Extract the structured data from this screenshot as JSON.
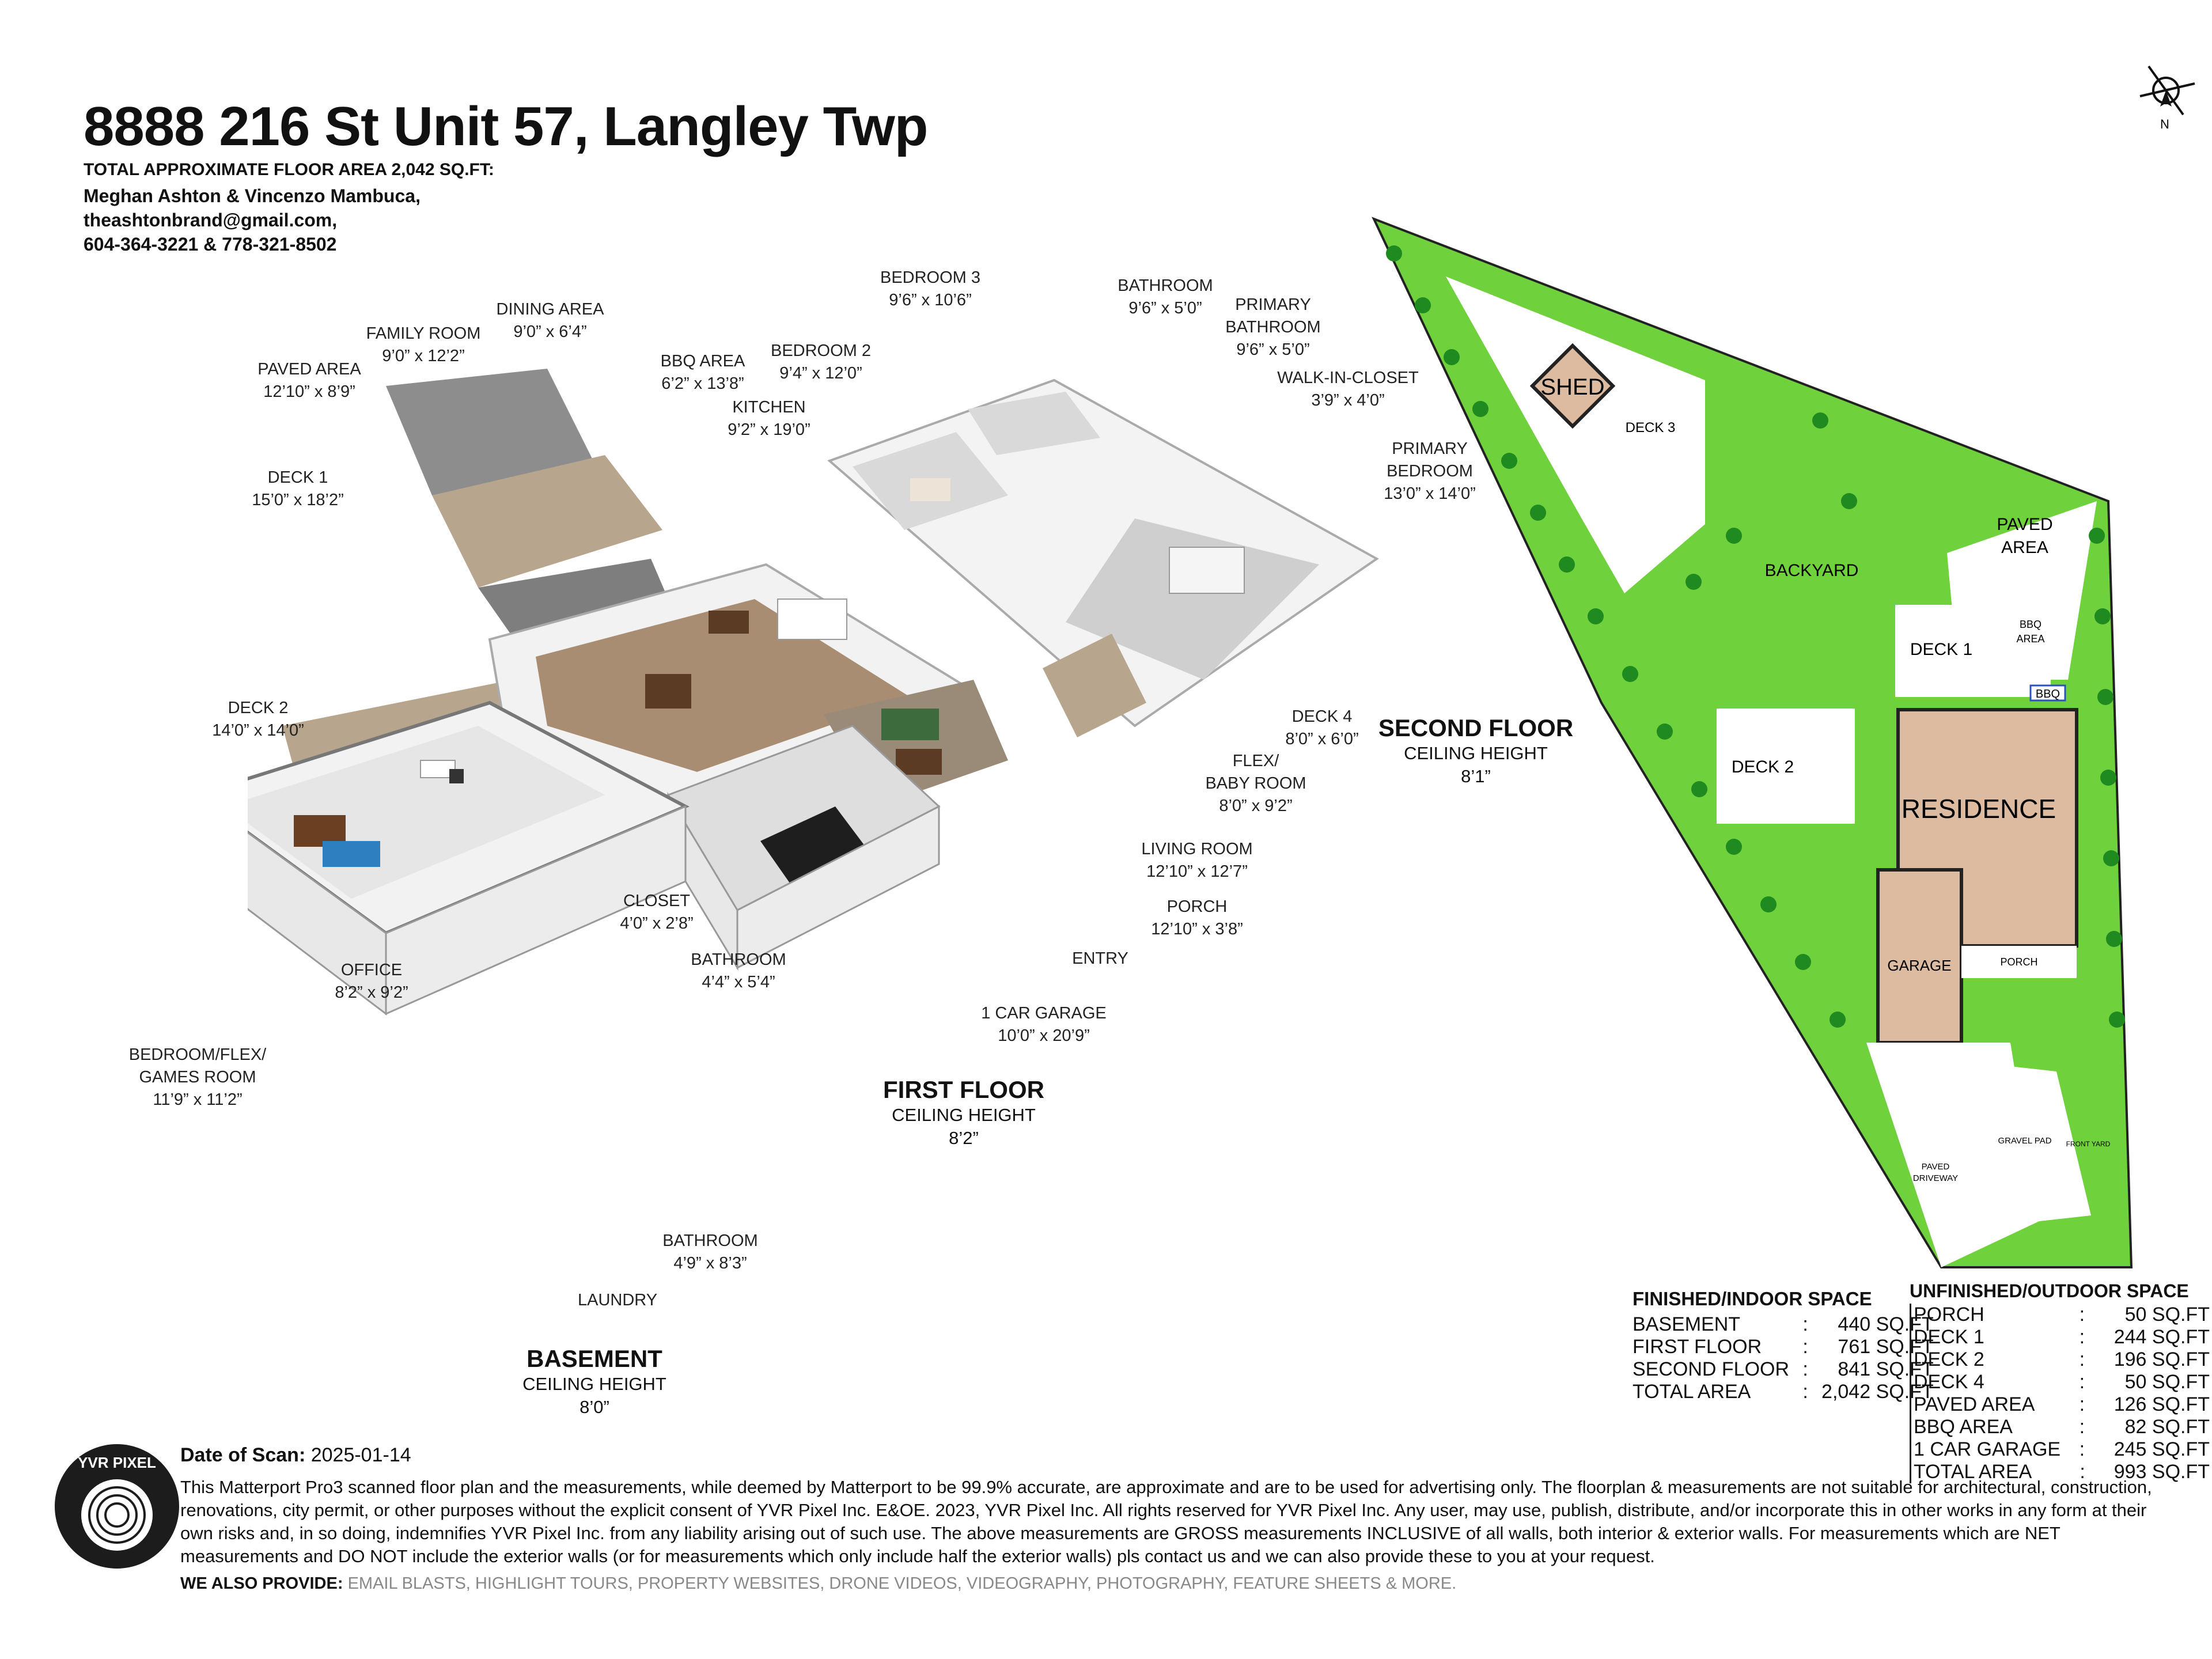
{
  "header": {
    "title": "8888 216 St Unit 57, Langley Twp",
    "total_area": "TOTAL APPROXIMATE FLOOR AREA 2,042 SQ.FT:",
    "agents": "Meghan Ashton & Vincenzo Mambuca,",
    "email": "theashtonbrand@gmail.com,",
    "phones": "604-364-3221 & 778-321-8502"
  },
  "compass": {
    "label": "N"
  },
  "rooms": {
    "paved_area": {
      "name": "PAVED AREA",
      "dims": "12’10” x 8’9”"
    },
    "family_room": {
      "name": "FAMILY ROOM",
      "dims": "9’0” x 12’2”"
    },
    "dining_area": {
      "name": "DINING AREA",
      "dims": "9’0” x 6’4”"
    },
    "bbq_area": {
      "name": "BBQ AREA",
      "dims": "6’2” x 13’8”"
    },
    "bedroom_2": {
      "name": "BEDROOM 2",
      "dims": "9’4” x 12’0”"
    },
    "kitchen": {
      "name": "KITCHEN",
      "dims": "9’2” x 19’0”"
    },
    "bedroom_3": {
      "name": "BEDROOM 3",
      "dims": "9’6” x 10’6”"
    },
    "bathroom_2f": {
      "name": "BATHROOM",
      "dims": "9’6” x 5’0”"
    },
    "primary_bathroom": {
      "name": "PRIMARY\nBATHROOM",
      "dims": "9’6” x 5’0”"
    },
    "walk_in_closet": {
      "name": "WALK-IN-CLOSET",
      "dims": "3’9” x 4’0”"
    },
    "primary_bedroom": {
      "name": "PRIMARY\nBEDROOM",
      "dims": "13’0” x 14’0”"
    },
    "deck_1": {
      "name": "DECK 1",
      "dims": "15’0” x 18’2”"
    },
    "deck_2": {
      "name": "DECK 2",
      "dims": "14’0” x 14’0”"
    },
    "deck_4": {
      "name": "DECK 4",
      "dims": "8’0” x 6’0”"
    },
    "flex_baby": {
      "name": "FLEX/\nBABY ROOM",
      "dims": "8’0” x 9’2”"
    },
    "living_room": {
      "name": "LIVING ROOM",
      "dims": "12’10” x 12’7”"
    },
    "porch": {
      "name": "PORCH",
      "dims": "12’10” x 3’8”"
    },
    "entry": {
      "name": "ENTRY",
      "dims": ""
    },
    "closet": {
      "name": "CLOSET",
      "dims": "4’0” x 2’8”"
    },
    "bathroom_1f": {
      "name": "BATHROOM",
      "dims": "4’4” x 5’4”"
    },
    "garage": {
      "name": "1 CAR GARAGE",
      "dims": "10’0” x 20’9”"
    },
    "office": {
      "name": "OFFICE",
      "dims": "8’2” x 9’2”"
    },
    "bedroom_flex_games": {
      "name": "BEDROOM/FLEX/\nGAMES ROOM",
      "dims": "11’9” x 11’2”"
    },
    "bathroom_b": {
      "name": "BATHROOM",
      "dims": "4’9” x 8’3”"
    },
    "laundry": {
      "name": "LAUNDRY",
      "dims": ""
    }
  },
  "floors": {
    "second": {
      "name": "SECOND FLOOR",
      "label": "CEILING HEIGHT",
      "height": "8’1”"
    },
    "first": {
      "name": "FIRST FLOOR",
      "label": "CEILING HEIGHT",
      "height": "8’2”"
    },
    "basement": {
      "name": "BASEMENT",
      "label": "CEILING HEIGHT",
      "height": "8’0”"
    }
  },
  "site_plan": {
    "shed": "SHED",
    "deck3": "DECK 3",
    "backyard": "BACKYARD",
    "paved_area": "PAVED\nAREA",
    "deck1": "DECK 1",
    "bbq_area": "BBQ\nAREA",
    "bbq": "BBQ",
    "deck2": "DECK 2",
    "residence": "RESIDENCE",
    "garage": "GARAGE",
    "porch": "PORCH",
    "gravel_pad": "GRAVEL PAD",
    "front_yard": "FRONT YARD",
    "paved_driveway": "PAVED\nDRIVEWAY",
    "colors": {
      "lawn": "#6fd13b",
      "tree": "#1f8a1f",
      "building": "#dcbba0"
    }
  },
  "finished_space": {
    "title": "FINISHED/INDOOR SPACE",
    "rows": [
      {
        "label": "BASEMENT",
        "value": "440 SQ.FT"
      },
      {
        "label": "FIRST FLOOR",
        "value": "761 SQ.FT"
      },
      {
        "label": "SECOND FLOOR",
        "value": "841 SQ.FT"
      },
      {
        "label": "TOTAL AREA",
        "value": "2,042 SQ.FT"
      }
    ]
  },
  "unfinished_space": {
    "title": "UNFINISHED/OUTDOOR SPACE",
    "rows": [
      {
        "label": "PORCH",
        "value": "50 SQ.FT"
      },
      {
        "label": "DECK 1",
        "value": "244 SQ.FT"
      },
      {
        "label": "DECK 2",
        "value": "196 SQ.FT"
      },
      {
        "label": "DECK 4",
        "value": "50 SQ.FT"
      },
      {
        "label": "PAVED AREA",
        "value": "126 SQ.FT"
      },
      {
        "label": "BBQ AREA",
        "value": "82 SQ.FT"
      },
      {
        "label": "1 CAR GARAGE",
        "value": "245 SQ.FT"
      },
      {
        "label": "TOTAL AREA",
        "value": "993 SQ.FT"
      }
    ]
  },
  "footer": {
    "logo_text": "YVR PIXEL",
    "scan_label": "Date of Scan:",
    "scan_date": "2025-01-14",
    "disclaimer": "This Matterport Pro3 scanned floor plan and the measurements, while deemed by Matterport to be 99.9% accurate, are approximate and are to be used for advertising only. The floorplan & measurements are not suitable for architectural, construction, renovations, city permit, or other purposes without the explicit consent of YVR Pixel Inc. E&OE. 2023, YVR Pixel Inc. All rights reserved for YVR Pixel Inc. Any user, may use, publish, distribute, and/or incorporate this in other works in any form at their own risks and, in so doing, indemnifies YVR Pixel Inc. from any liability arising out of such use. The above measurements are GROSS measurements INCLUSIVE of all walls, both interior & exterior walls. For measurements which are NET measurements and DO NOT include the exterior walls (or for measurements which only include half the exterior walls) pls contact us and we can also provide these to you at your request.",
    "also_label": "WE ALSO PROVIDE:",
    "also_text": "EMAIL BLASTS, HIGHLIGHT TOURS, PROPERTY WEBSITES, DRONE VIDEOS, VIDEOGRAPHY, PHOTOGRAPHY, FEATURE SHEETS & MORE."
  }
}
